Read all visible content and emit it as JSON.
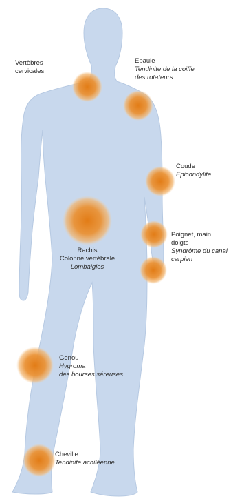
{
  "colors": {
    "body_fill": "#c7d7ec",
    "body_stroke": "#b3c6e0",
    "hotspot_core": "#e07a14",
    "hotspot_mid": "#ec9a3c",
    "hotspot_edge": "#f6c58a"
  },
  "labels": {
    "cervical": {
      "title_line1": "Vertèbres",
      "title_line2": "cervicales"
    },
    "shoulder": {
      "title": "Epaule",
      "condition_line1": "Tendinite de la coiffe",
      "condition_line2": "des rotateurs"
    },
    "elbow": {
      "title": "Coude",
      "condition": "Epicondylite"
    },
    "wrist": {
      "title_line1": "Poignet, main",
      "title_line2": "doigts",
      "condition_line1": "Syndrôme du canal",
      "condition_line2": "carpien"
    },
    "spine": {
      "title_line1": "Rachis",
      "title_line2": "Colonne vertébrale",
      "condition": "Lombalgies"
    },
    "knee": {
      "title": "Genou",
      "condition_line1": "Hygroma",
      "condition_line2": "des bourses séreuses"
    },
    "ankle": {
      "title": "Cheville",
      "condition": "Tendinite achiléenne"
    }
  }
}
